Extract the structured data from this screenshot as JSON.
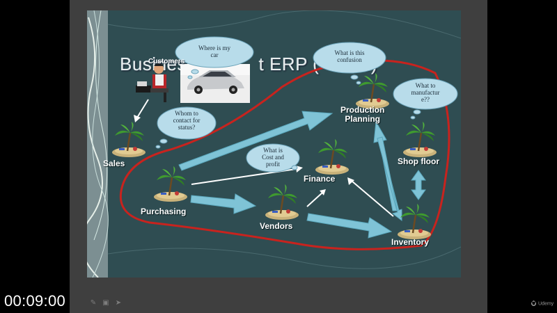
{
  "timer": {
    "time": "00:09:00"
  },
  "slide": {
    "title_left": "Business",
    "title_right": "t ERP (",
    "title_tail": "…)",
    "customers_label": "Customers",
    "nodes": {
      "sales": "Sales",
      "purchasing": "Purchasing",
      "vendors": "Vendors",
      "finance": "Finance",
      "production_line1": "Production",
      "production_line2": "Planning",
      "shop_floor": "Shop floor",
      "inventory": "Inventory"
    },
    "bubbles": {
      "car": [
        "Where is my",
        "car"
      ],
      "confusion": [
        "What is this",
        "confusion"
      ],
      "status": [
        "Whom to",
        "contact for",
        "status?"
      ],
      "cost": [
        "What is",
        "Cost and",
        "profit"
      ],
      "manufacture": [
        "What to",
        "manufactur",
        "e??"
      ]
    }
  },
  "brand": {
    "name": "Udemy"
  },
  "colors": {
    "slide_bg": "#2f4d52",
    "arrow": "#7fc3d6",
    "loop": "#c8231e",
    "bubble": "#b8dcea"
  }
}
